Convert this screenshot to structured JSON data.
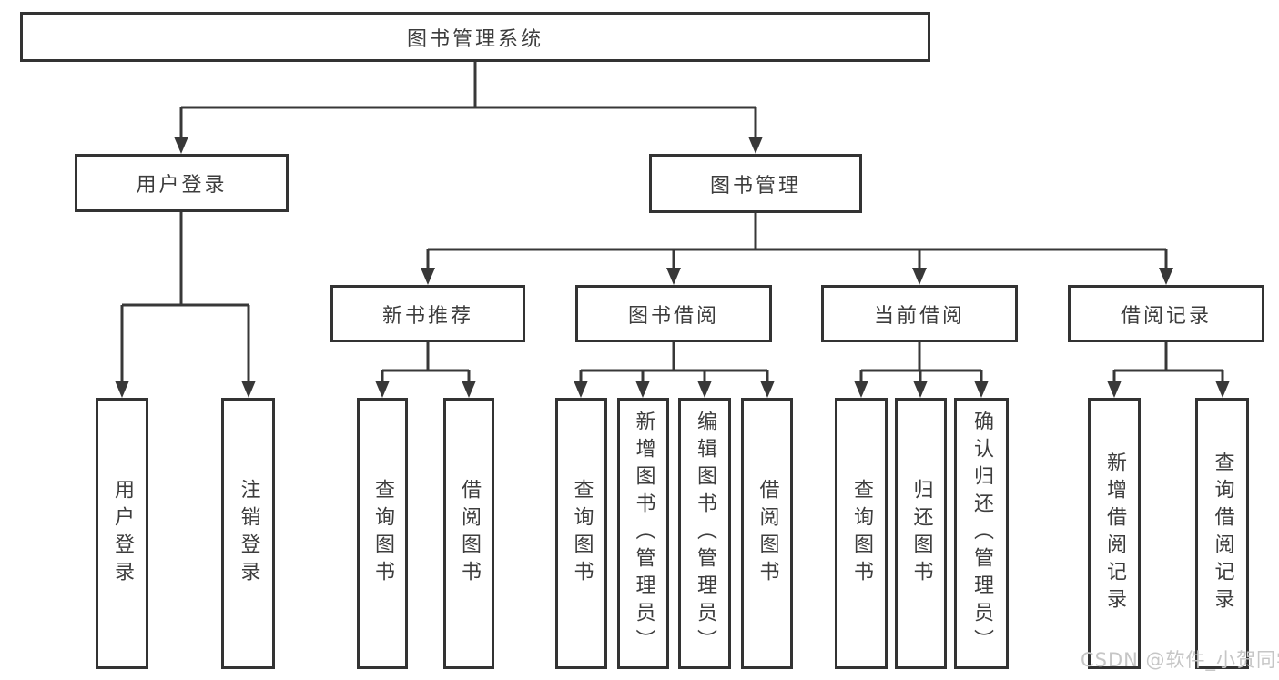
{
  "title": "图书管理系统",
  "branches": {
    "user_login": {
      "label": "用户登录",
      "children": [
        "用户登录",
        "注销登录"
      ]
    },
    "book_mgmt": {
      "label": "图书管理",
      "sections": [
        {
          "label": "新书推荐",
          "children": [
            "查询图书",
            "借阅图书"
          ]
        },
        {
          "label": "图书借阅",
          "children": [
            "查询图书",
            "新增图书（管理员）",
            "编辑图书（管理员）",
            "借阅图书"
          ]
        },
        {
          "label": "当前借阅",
          "children": [
            "查询图书",
            "归还图书",
            "确认归还（管理员）"
          ]
        },
        {
          "label": "借阅记录",
          "children": [
            "新增借阅记录",
            "查询借阅记录"
          ]
        }
      ]
    }
  },
  "watermark": "CSDN @软件_小贺同学",
  "colors": {
    "line": "#383838",
    "border": "#333333",
    "text": "#3d3d3d",
    "watermark": "#c6c6c6"
  }
}
